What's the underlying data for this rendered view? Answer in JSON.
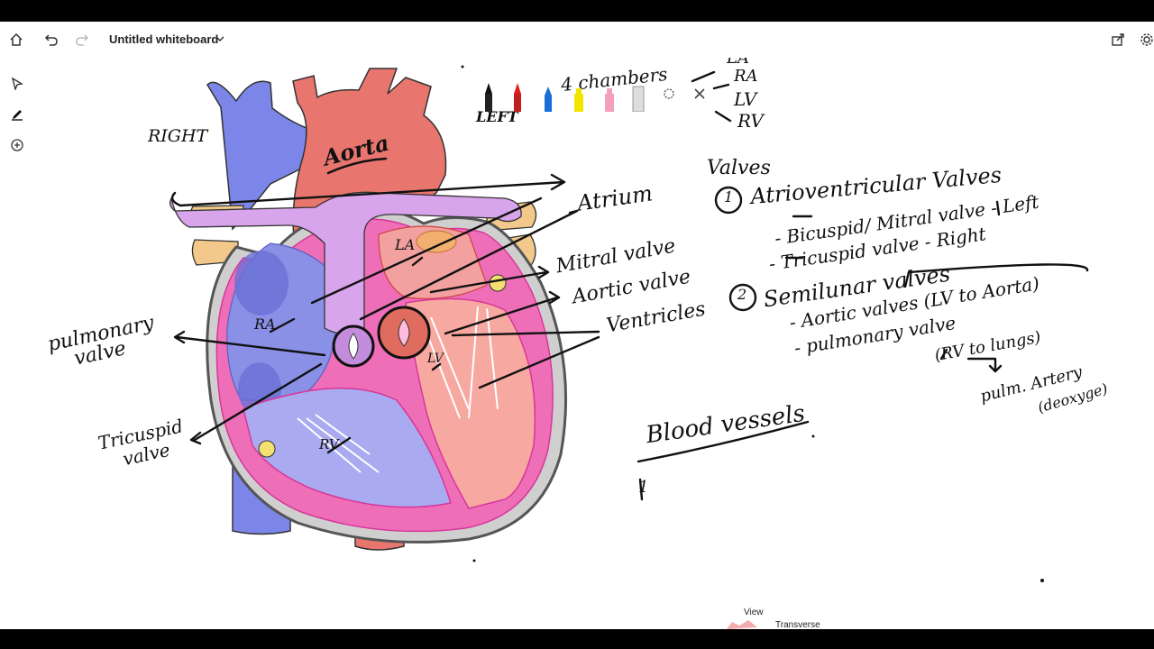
{
  "app": {
    "title": "Untitled whiteboard",
    "accent": "#1a73e8"
  },
  "toolbar": {
    "home_icon": "home-icon",
    "undo_icon": "undo-icon",
    "redo_icon": "redo-icon",
    "share_icon": "share-icon",
    "settings_icon": "gear-icon"
  },
  "sidebar": {
    "items": [
      {
        "name": "select-tool",
        "icon": "pointer-icon"
      },
      {
        "name": "pen-tool",
        "icon": "pen-icon"
      },
      {
        "name": "add-tool",
        "icon": "plus-circle-icon"
      }
    ]
  },
  "pen_tray": {
    "pens": [
      {
        "color": "#111111"
      },
      {
        "color": "#e02020"
      },
      {
        "color": "#1a6fd6"
      },
      {
        "color": "#f2e600"
      },
      {
        "color": "#f4a0b8"
      },
      {
        "color": "#bdbdbd"
      }
    ]
  },
  "whiteboard": {
    "right": "RIGHT",
    "left": "LEFT",
    "aorta": "Aorta",
    "atrium": "Atrium",
    "la": "LA",
    "ra": "RA",
    "lv": "LV",
    "rv": "RV",
    "mitral_valve": "Mitral valve",
    "aortic_valve": "Aortic valve",
    "ventricles": "Ventricles",
    "pulmonary_valve_1": "pulmonary",
    "pulmonary_valve_2": "valve",
    "tricuspid_valve_1": "Tricuspid",
    "tricuspid_valve_2": "valve",
    "chambers": "4 chambers",
    "ch_la": "LA",
    "ch_ra": "RA",
    "ch_lv": "LV",
    "ch_rv": "RV",
    "valves": "Valves",
    "n1": "1",
    "atrioventricular": "Atrioventricular Valves",
    "bicuspid": "- Bicuspid/ Mitral valve - Left",
    "tricuspid": "- Tricuspid valve - Right",
    "n2": "2",
    "semilunar": "Semilunar valves",
    "aortic_valves": "- Aortic valves (LV to Aorta)",
    "pulmonary_valve": "- pulmonary valve",
    "rv_to_lungs": "(RV to lungs)",
    "pulm_artery": "pulm. Artery",
    "deoxyge": "(deoxyge)",
    "blood_vessels": "Blood vessels",
    "one": "1"
  },
  "view": {
    "label": "View",
    "transverse": "Transverse"
  }
}
